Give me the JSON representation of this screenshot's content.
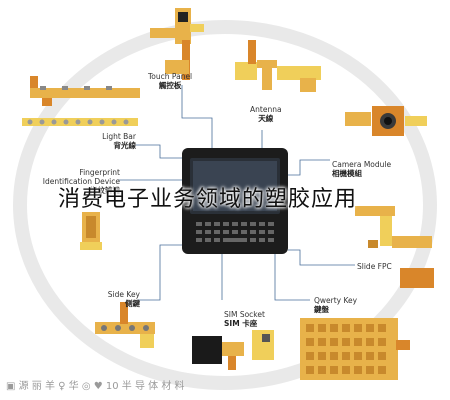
{
  "caption": "消费电子业务领域的塑胶应用",
  "watermark": "▣ 源 丽 羊 ♀ 华 ◎ ♥ 10 半 导 体 材 料",
  "labels": {
    "touch_panel": {
      "en": "Touch Panel",
      "cn": "觸控板"
    },
    "antenna": {
      "en": "Antenna",
      "cn": "天線"
    },
    "light_bar": {
      "en": "Light Bar",
      "cn": "背光線"
    },
    "camera_module": {
      "en": "Camera Module",
      "cn": "相機模組"
    },
    "fingerprint": {
      "en1": "Fingerprint",
      "en2": "Identification Device",
      "cn": "指紋辨識"
    },
    "slide_fpc": {
      "en": "Slide FPC"
    },
    "side_key": {
      "en": "Side Key",
      "cn": "側鍵"
    },
    "sim_socket": {
      "en": "SIM Socket",
      "cn": "SIM 卡座"
    },
    "qwerty_key": {
      "en": "Qwerty Key",
      "cn": "鍵盤"
    }
  },
  "colors": {
    "fpc_orange": "#d9862a",
    "fpc_gold": "#e8b24a",
    "fpc_yellow": "#f0cf5a",
    "phone_body": "#1c1c1c",
    "connector_line": "#4a6f9a",
    "ring": "#e6e6e6"
  }
}
